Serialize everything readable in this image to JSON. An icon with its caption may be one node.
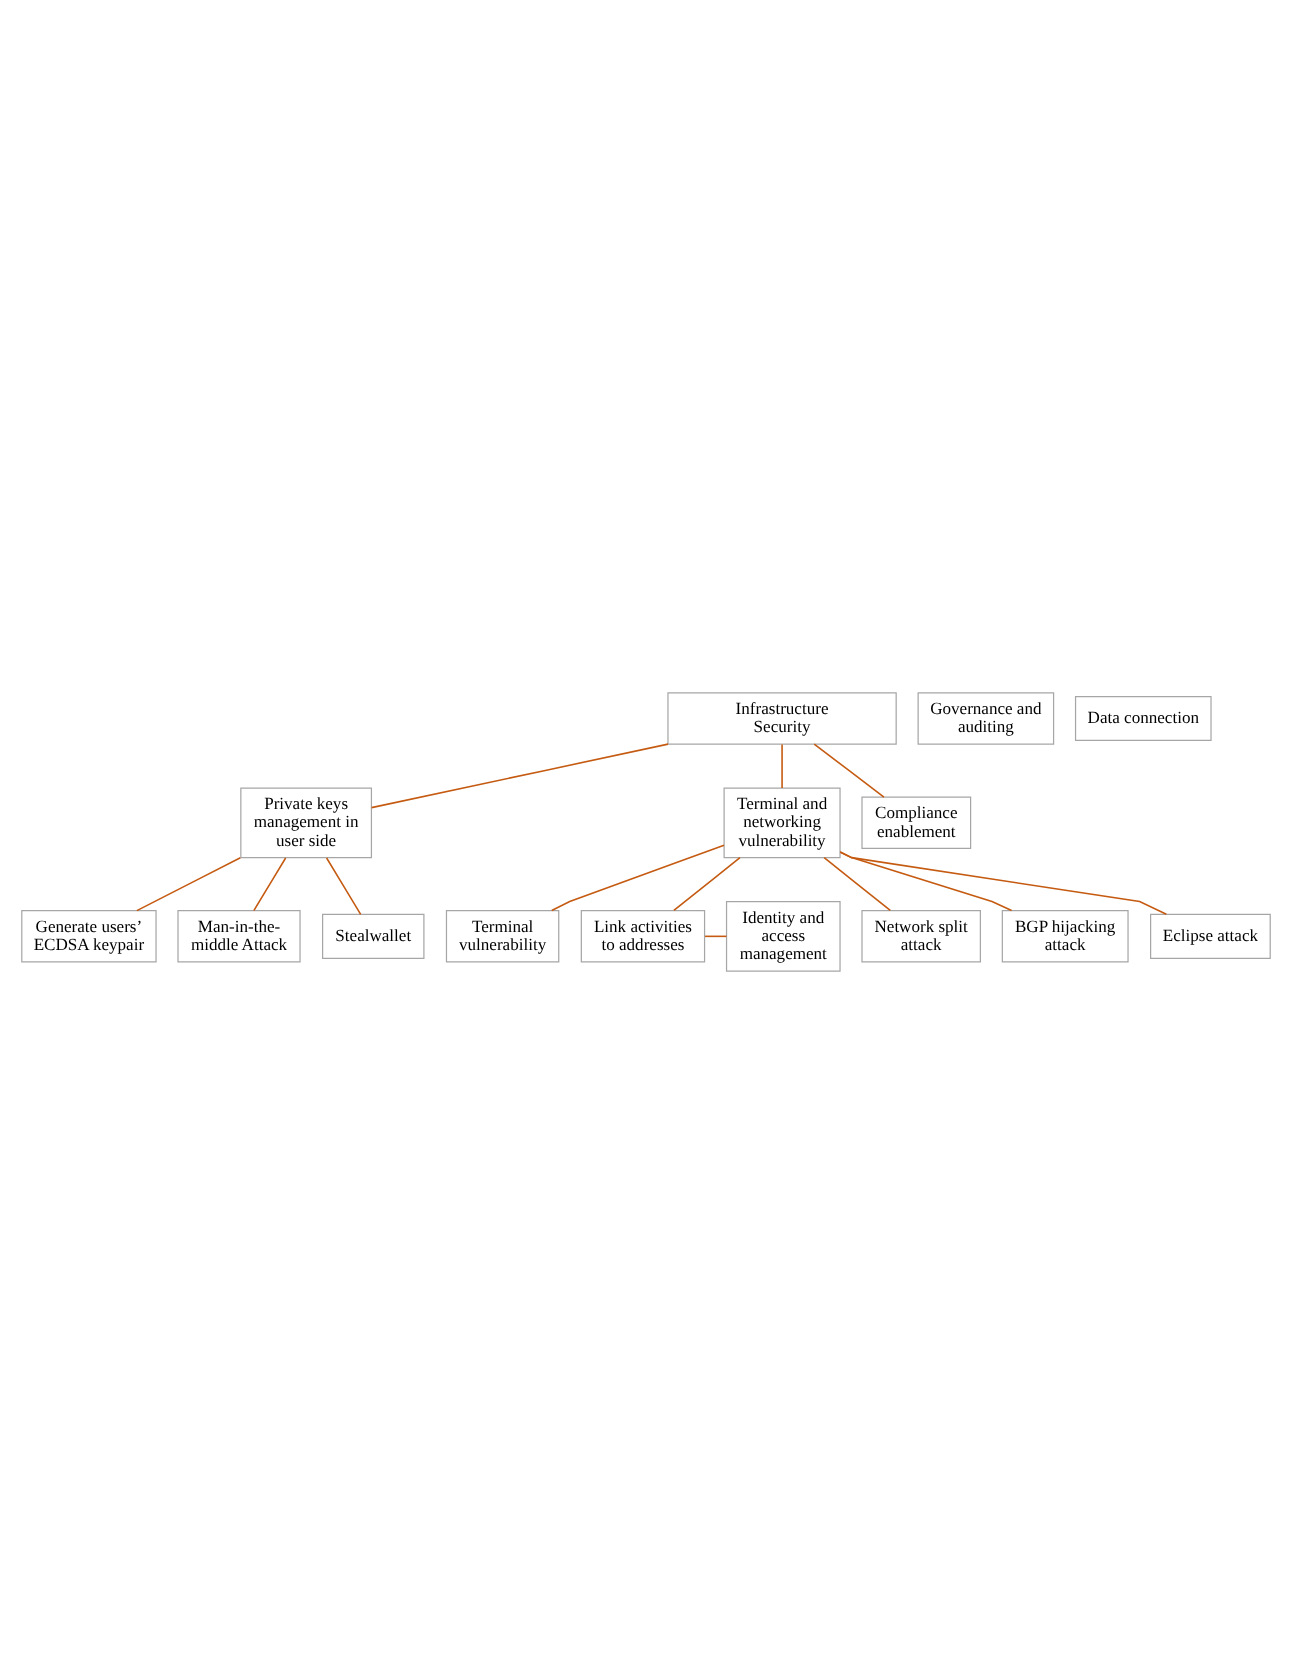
{
  "diagram": {
    "nodes": [
      {
        "text": [
          "Infrastructure Security"
        ]
      },
      {
        "text": [
          "Private keys management in user side"
        ]
      },
      {
        "text": [
          "Terminal and networking vulnerability"
        ]
      },
      {
        "text": [
          "Compliance enablement"
        ]
      },
      {
        "text": [
          "Generate users’ ECDSA keypair"
        ]
      },
      {
        "text": [
          "Man-in-the-middle Attack"
        ]
      },
      {
        "text": [
          "Stealwallet"
        ]
      },
      {
        "text": [
          "Terminal vulnerability"
        ]
      },
      {
        "text": [
          "Link activities to addresses"
        ]
      },
      {
        "text": [
          "Network split attack"
        ]
      },
      {
        "text": [
          "BGP hijacking attack"
        ]
      },
      {
        "text": [
          "Eclipse attack"
        ]
      },
      {
        "text": [
          "Governance and auditing"
        ]
      },
      {
        "text": [
          "Identity and access management"
        ]
      },
      {
        "text": [
          "Data connection"
        ]
      }
    ],
    "edges": [
      {
        "from": 0,
        "to": 1,
        "arrow": "none"
      },
      {
        "from": 0,
        "to": 2,
        "arrow": "none"
      },
      {
        "from": 0,
        "to": 3,
        "arrow": "none"
      },
      {
        "from": 1,
        "to": 4,
        "arrow": "none"
      },
      {
        "from": 1,
        "to": 5,
        "arrow": "none"
      },
      {
        "from": 1,
        "to": 6,
        "arrow": "none"
      },
      {
        "from": 2,
        "to": 7,
        "arrow": "none"
      },
      {
        "from": 2,
        "to": 8,
        "arrow": "none"
      },
      {
        "from": 2,
        "to": 9,
        "arrow": "none"
      },
      {
        "from": 2,
        "to": 10,
        "arrow": "none"
      },
      {
        "from": 2,
        "to": 11,
        "arrow": "none"
      },
      {
        "from": 8,
        "to": 13,
        "arrow": "none"
      }
    ]
  }
}
